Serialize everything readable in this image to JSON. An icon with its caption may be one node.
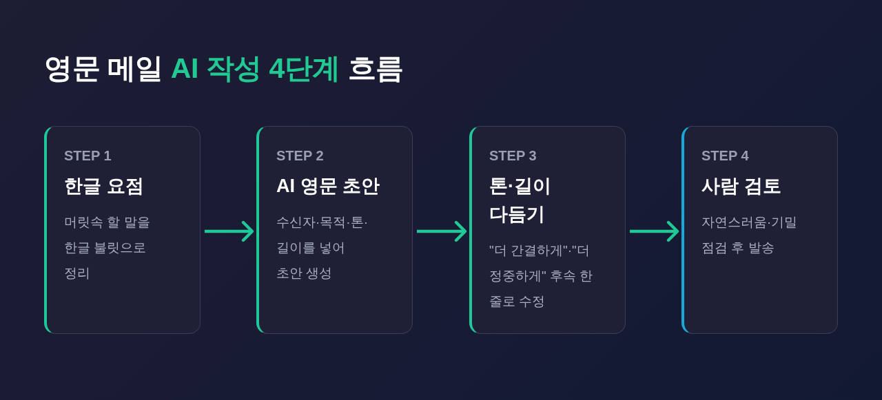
{
  "diagram": {
    "title": "영문 메일 **AI 작성 4단계** 흐름",
    "nodes": [
      {
        "text": [
          "STEP 1",
          "한글 요점",
          "머릿속 할 말을 한글 불릿으로 정리"
        ]
      },
      {
        "text": [
          "STEP 2",
          "AI 영문 초안",
          "수신자·목적·톤· 길이를 넣어 초안 생성"
        ]
      },
      {
        "text": [
          "STEP 3",
          "톤·길이 다듬기",
          "\"더 간결하게\"·\"더 정중하게\" 후속 한 줄로 수정"
        ]
      },
      {
        "text": [
          "STEP 4",
          "사람 검토",
          "자연스러움·기밀 점검 후 발송"
        ]
      }
    ],
    "edges": [
      {
        "from": 0,
        "to": 1,
        "arrow": "to"
      },
      {
        "from": 1,
        "to": 2,
        "arrow": "to"
      },
      {
        "from": 2,
        "to": 3,
        "arrow": "to"
      }
    ]
  }
}
